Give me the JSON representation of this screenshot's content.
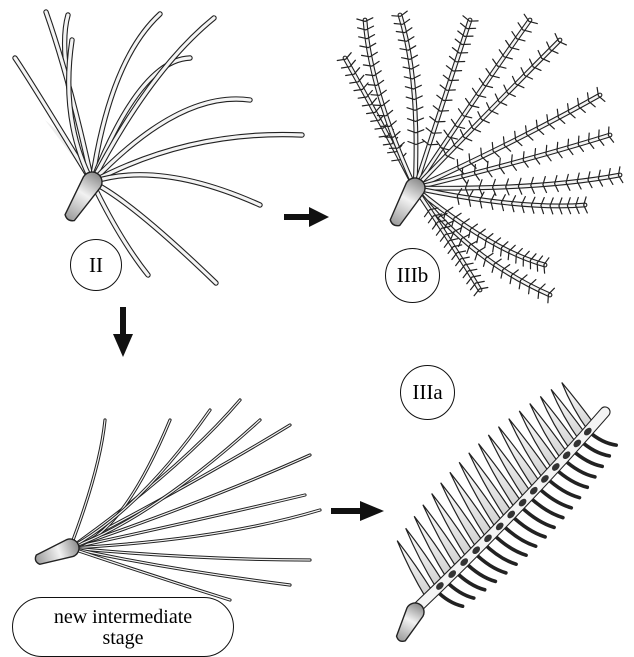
{
  "figure": {
    "labels": {
      "stage_ii": "II",
      "stage_iiib": "IIIb",
      "stage_iiia": "IIIa",
      "new_stage_line1": "new intermediate",
      "new_stage_line2": "stage"
    },
    "arrows": [
      "II → IIIb",
      "II → new intermediate stage",
      "new intermediate stage → IIIa"
    ],
    "colors": {
      "stroke": "#222222",
      "tentacle_fill": "#f4f4f4",
      "base_fill": "#cfcfcf",
      "arrow": "#111111"
    }
  }
}
